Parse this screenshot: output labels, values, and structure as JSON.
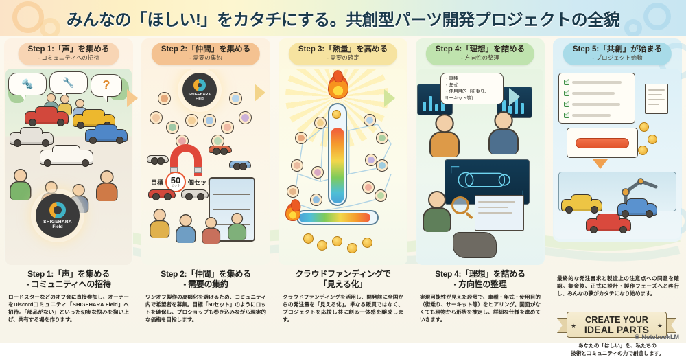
{
  "banner": {
    "title": "みんなの「ほしい!」をカタチにする。共創型パーツ開発プロジェクトの全貌"
  },
  "steps": [
    {
      "pill_title": "Step 1:「声」を集める",
      "pill_sub": "- コミュニティへの招待",
      "pill_color": "#f8d5b4",
      "caption_title_line1": "Step 1:「声」を集める",
      "caption_title_line2": "- コミュニティへの招待",
      "caption_body": "ロードスターなどのオフ会に直接参加し、オーナーをDiscordコミュニティ「SHIGEHARA Field」へ招待。「部品がない」といった切実な悩みを掬い上げ、共有する場を作ります。",
      "art": {
        "bubble_icons": [
          "bolt-icon",
          "wrench-icon",
          "question-icon"
        ],
        "logo_name_line1": "SHIGEHARA",
        "logo_name_line2": "Field"
      }
    },
    {
      "pill_title": "Step 2:「仲間」を集める",
      "pill_sub": "- 需要の集約",
      "pill_color": "#f4c291",
      "caption_title_line1": "Step 2:「仲間」を集める",
      "caption_title_line2": "- 需要の集約",
      "caption_body": "ワンオフ製作の高額化を避けるため、コミュニティ内で希望者を募集。目標「50セット」のようにロットを確保し、プロショップも巻き込みながら現実的な価格を目指します。",
      "art": {
        "logo_name_line1": "SHIGEHARA",
        "logo_name_line2": "Field",
        "goal_label": "目標",
        "goal_number": "50",
        "goal_unit": "セット",
        "goal_suffix": "個セット"
      }
    },
    {
      "pill_title": "Step 3:「熱量」を高める",
      "pill_sub": "- 需要の確定",
      "pill_color": "#f6e3a0",
      "caption_title_line1": "クラウドファンディングで",
      "caption_title_line2": "「見える化」",
      "caption_body": "クラウドファンディングを活用し、開発前に全国からの発注量を「見える化」。単なる販買ではなく、プロジェクトを応援し共に創る一体感を醸成します。",
      "art": {
        "flame_icon": "flame-icon",
        "thermometer_icon": "thermometer-icon"
      }
    },
    {
      "pill_title": "Step 4:「理想」を詰める",
      "pill_sub": "- 方向性の整理",
      "pill_color": "#bfe3ae",
      "caption_title_line1": "Step 4:「理想」を詰める",
      "caption_title_line2": "- 方向性の整理",
      "caption_body": "実現可能性が見えた段階で、車種・年式・使用目的（街乗り、サーキット等）をヒアリング。図面がなくても現物から形状を推定し、詳細な仕様を進めていきます。",
      "art": {
        "bullets": [
          "・車種",
          "・年式",
          "・使用目的（街乗り、",
          "  サーキット等）"
        ],
        "magnifier_icon": "magnifier-icon"
      }
    },
    {
      "pill_title": "Step 5:「共創」が始まる",
      "pill_sub": "- プロジェクト始動",
      "pill_color": "#a8dbe8",
      "caption_body": "最終的な発注書求と製造上の注意点への同意を確認。集金後、正式に設計・製作フェーズへと移行し、みんなの夢がカタチになり始めます。",
      "art": {
        "checklist_icon": "checklist-icon",
        "cta_icon": "cta-button-shape",
        "robot_icon": "robot-arm-icon"
      }
    }
  ],
  "ribbon": {
    "line1": "CREATE YOUR",
    "line2": "IDEAL PARTS",
    "star_left": "★",
    "star_right": "★",
    "tagline_line1": "あなたの「はしい」を、私たちの",
    "tagline_line2": "技術とコミュニティの力で創造します。"
  },
  "watermark": {
    "icon": "notebooklm-icon",
    "label": "NotebookLM"
  },
  "colors": {
    "banner_left": "#fbe3c7",
    "banner_right": "#c8e6f2",
    "accent_orange": "#e8552f",
    "accent_teal": "#3fb3c6",
    "step1": "#f8d5b4",
    "step2": "#f4c291",
    "step3": "#f6e3a0",
    "step4": "#bfe3ae",
    "step5": "#a8dbe8"
  }
}
